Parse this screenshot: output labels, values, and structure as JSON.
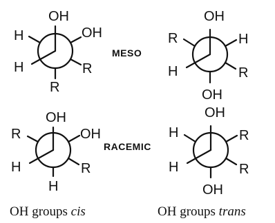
{
  "row_labels": {
    "top": "MESO",
    "bottom": "RACEMIC"
  },
  "captions": {
    "left_prefix": "OH groups ",
    "left_italic": "cis",
    "right_prefix": "OH groups ",
    "right_italic": "trans"
  },
  "projections": [
    {
      "id": "meso-cis",
      "front": [
        "OH",
        "H",
        "H"
      ],
      "back": [
        "OH",
        "R",
        "R"
      ]
    },
    {
      "id": "meso-trans",
      "front": [
        "OH",
        "R",
        "H"
      ],
      "back": [
        "H",
        "R",
        "OH"
      ]
    },
    {
      "id": "racemic-cis",
      "front": [
        "OH",
        "R",
        "H"
      ],
      "back": [
        "OH",
        "R",
        "H"
      ]
    },
    {
      "id": "racemic-trans",
      "front": [
        "OH",
        "H",
        "H"
      ],
      "back": [
        "R",
        "R",
        "OH"
      ]
    }
  ]
}
